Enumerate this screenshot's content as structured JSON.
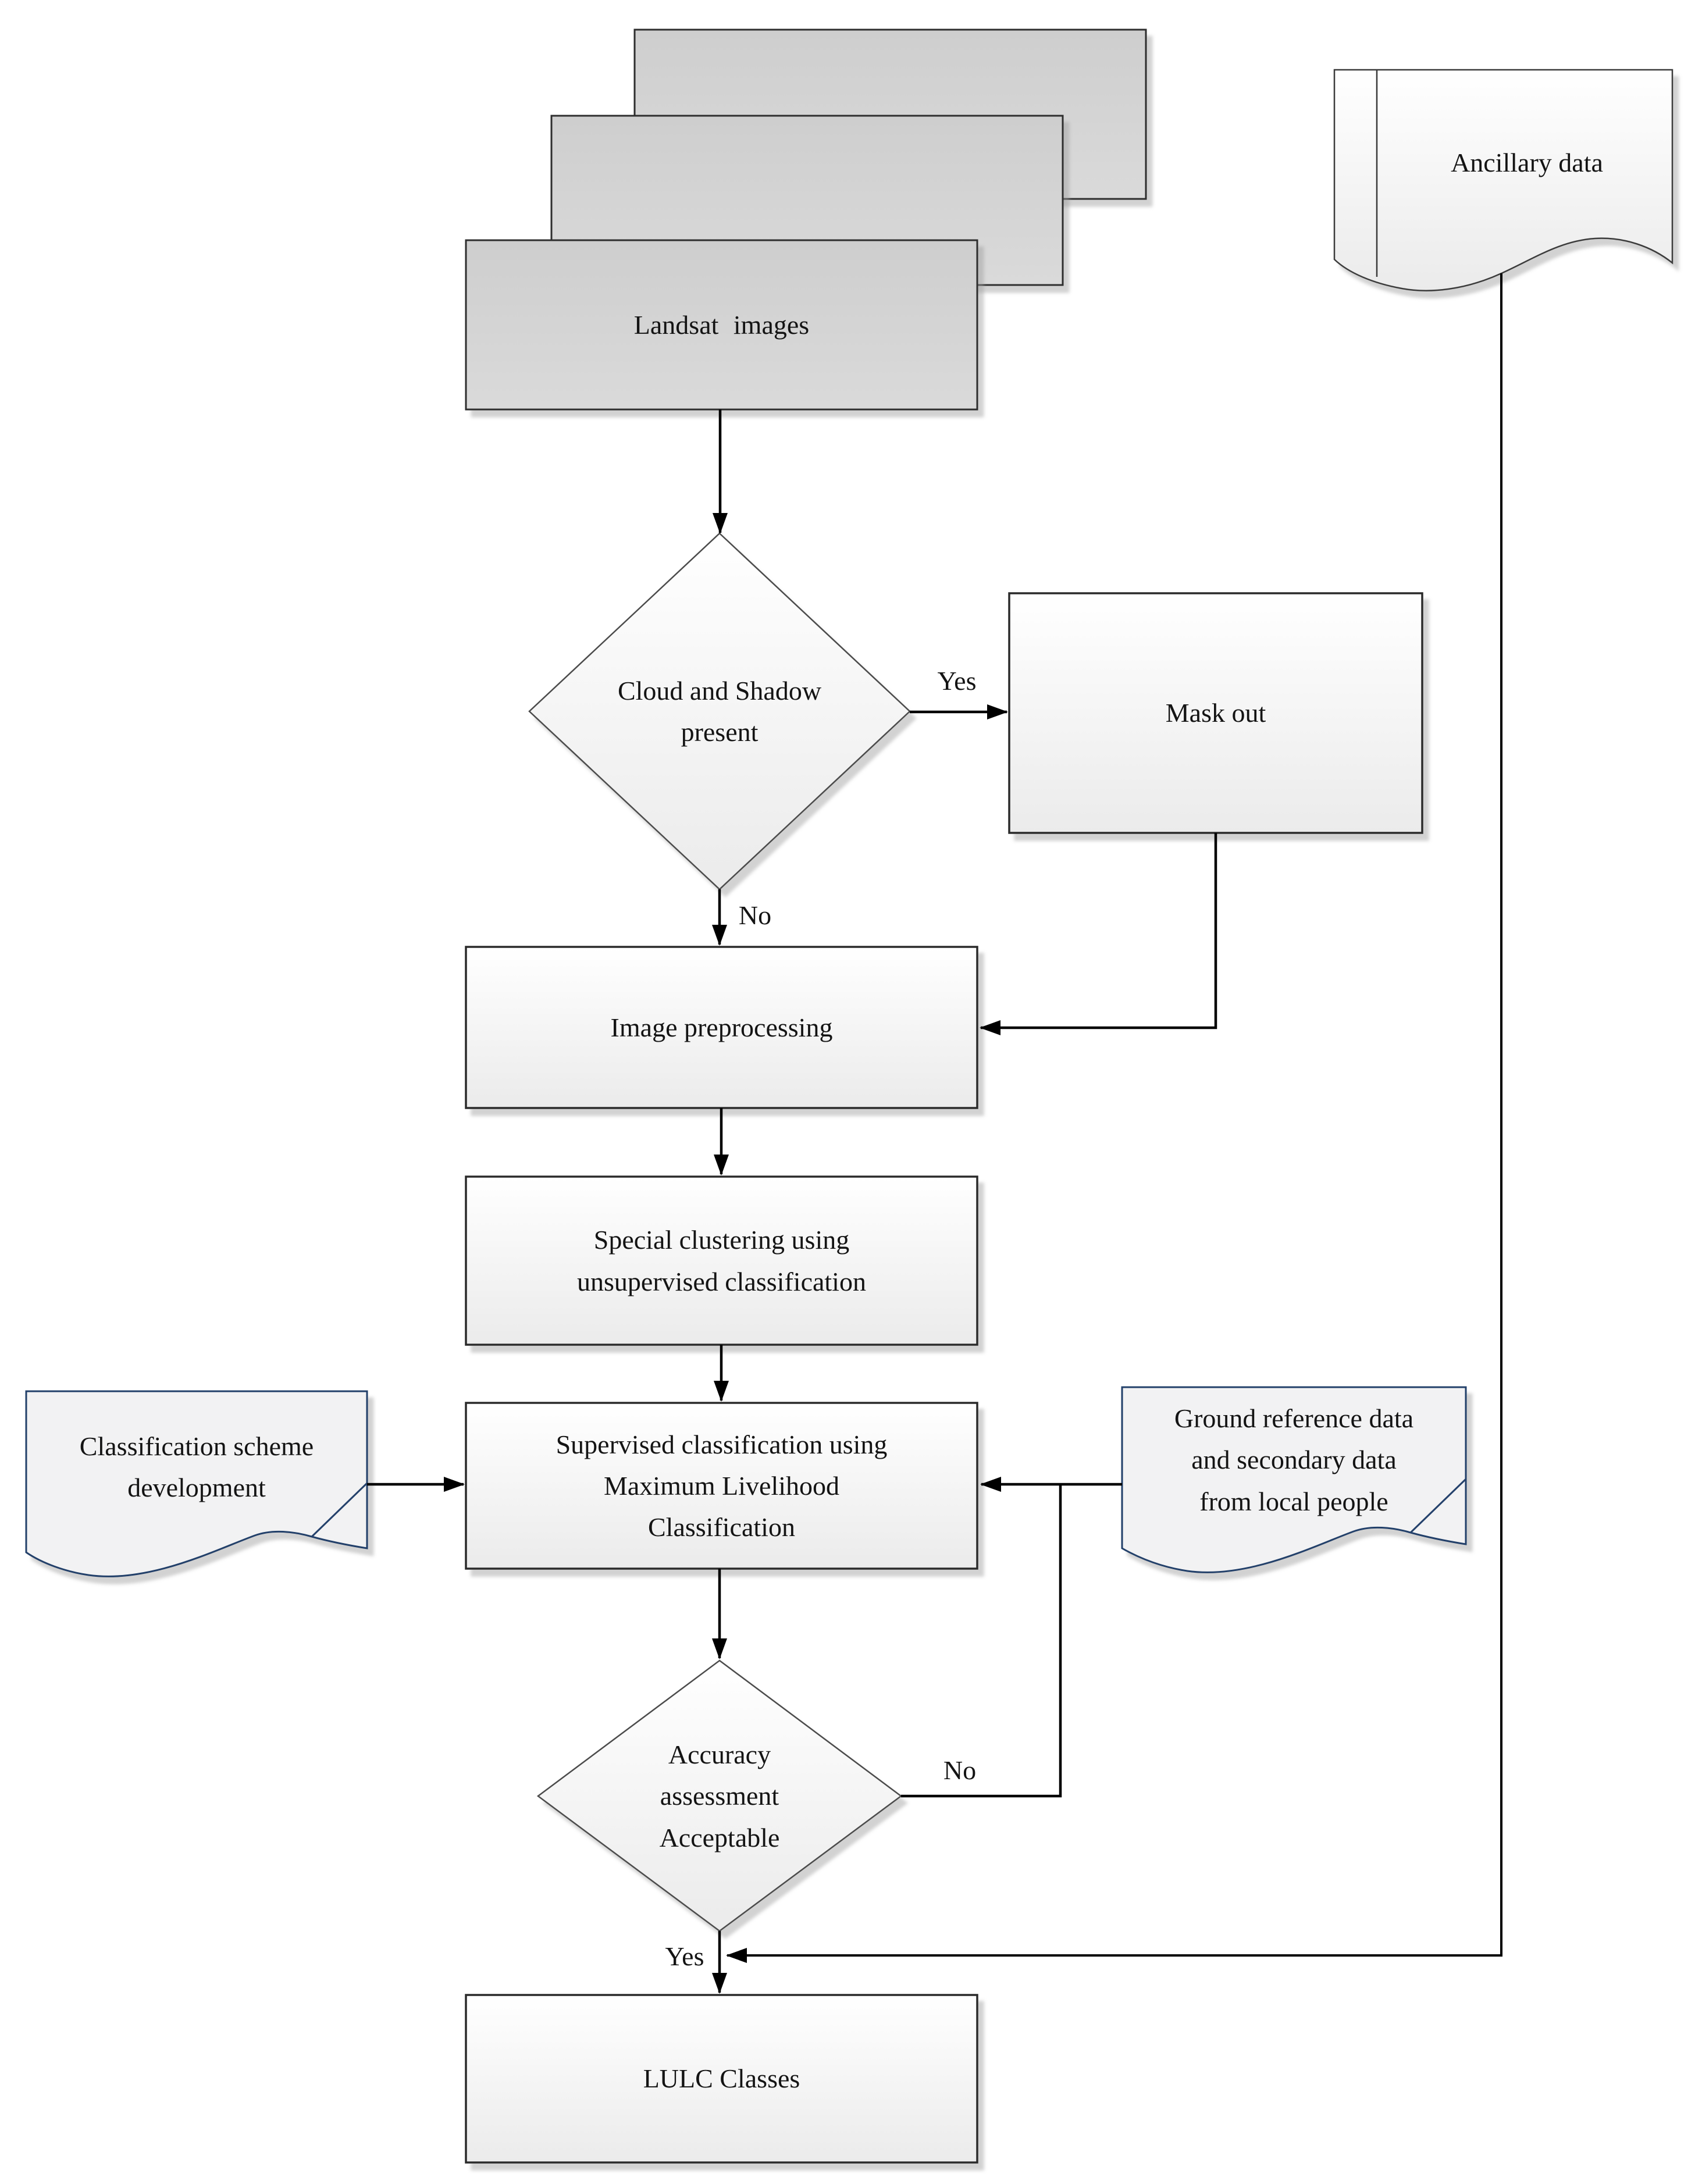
{
  "nodes": {
    "landsat_images": {
      "label": "Landsat images"
    },
    "ancillary_data": {
      "label": "Ancillary data"
    },
    "cloud_shadow": {
      "label": "Cloud and Shadow\npresent"
    },
    "mask_out": {
      "label": "Mask out"
    },
    "image_preprocessing": {
      "label": "Image preprocessing"
    },
    "special_clustering": {
      "label": "Special clustering using\nunsupervised classification"
    },
    "classification_scheme": {
      "label": "Classification scheme\ndevelopment"
    },
    "supervised_classification": {
      "label": "Supervised classification using\nMaximum Livelihood\nClassification"
    },
    "ground_reference": {
      "label": "Ground reference data\nand secondary data\nfrom local people"
    },
    "accuracy_assessment": {
      "label": "Accuracy\nassessment\nAcceptable"
    },
    "lulc_classes": {
      "label": "LULC Classes"
    }
  },
  "edge_labels": {
    "cloud_yes": "Yes",
    "cloud_no": "No",
    "accuracy_no": "No",
    "accuracy_yes": "Yes"
  },
  "colors": {
    "document_border_blue": "#24416b",
    "box_border_dark": "#2b2b2b",
    "diamond_border_gray": "#4c4c4c",
    "landsat_fill_gray": "#d2d2d2",
    "node_fill_light": "#f5f5f5",
    "arrow_black": "#000000"
  }
}
